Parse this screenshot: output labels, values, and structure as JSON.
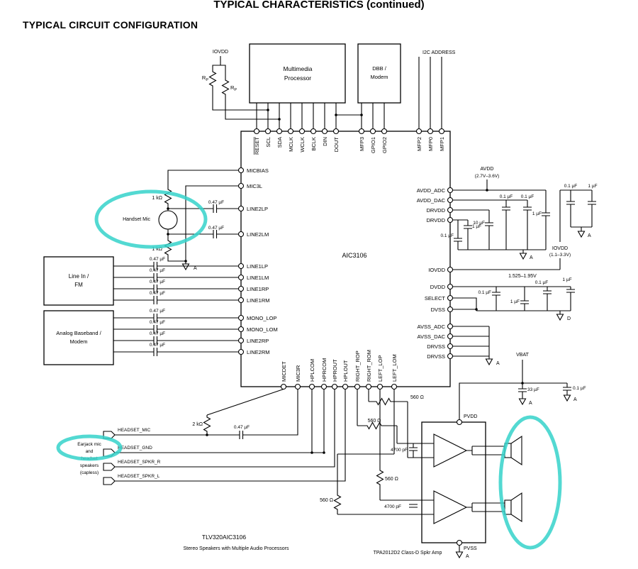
{
  "page": {
    "top_title": "TYPICAL CHARACTERISTICS (continued)",
    "section_title": "TYPICAL CIRCUIT CONFIGURATION"
  },
  "colors": {
    "highlight": "#35d2ca"
  },
  "chip": {
    "name": "AIC3106"
  },
  "pins": {
    "top": [
      "RESET",
      "SCL",
      "SDA",
      "MCLK",
      "WCLK",
      "BCLK",
      "DIN",
      "DOUT",
      "MFP3",
      "GPIO1",
      "GPIO2",
      "MFP2",
      "MFP0",
      "MFP1"
    ],
    "left": [
      "MICBIAS",
      "MIC3L",
      "LINE2LP",
      "LINE2LM",
      "LINE1LP",
      "LINE1LM",
      "LINE1RP",
      "LINE1RM",
      "MONO_LOP",
      "MONO_LOM",
      "LINE2RP",
      "LINE2RM"
    ],
    "right": [
      "AVDD_ADC",
      "AVDD_DAC",
      "DRVDD",
      "DRVDD",
      "IOVDD",
      "DVDD",
      "SELECT",
      "DVSS",
      "AVSS_ADC",
      "AVSS_DAC",
      "DRVSS",
      "DRVSS"
    ],
    "bottom": [
      "MICDET",
      "MIC3R",
      "HPLCOM",
      "HPRCOM",
      "HPROUT",
      "HPLOUT",
      "RIGHT_ROP",
      "RIGHT_ROM",
      "LEFT_LOP",
      "LEFT_LOM"
    ]
  },
  "blocks": {
    "multimedia_line1": "Multimedia",
    "multimedia_line2": "Processor",
    "dbb_line1": "DBB /",
    "dbb_line2": "Modem",
    "line_in_line1": "Line In /",
    "line_in_line2": "FM",
    "baseband_line1": "Analog Baseband /",
    "baseband_line2": "Modem",
    "amp_caption": "TPA2012D2 Class-D Spkr Amp"
  },
  "supplies": {
    "iovdd_top": "IOVDD",
    "i2c_address": "I2C ADDRESS",
    "avdd": "AVDD",
    "avdd_range": "(2.7V–3.6V)",
    "iovdd_right": "IOVDD",
    "iovdd_range": "(1.1–3.3V)",
    "dvdd_range": "1.525–1.95V",
    "vbat": "VBAT",
    "pvdd": "PVDD",
    "pvss": "PVSS"
  },
  "components": {
    "r_pullup_main": "R",
    "r_pullup_sub": "P",
    "r_1k": "1 kΩ",
    "r_2k": "2 kΩ",
    "r_560": "560 Ω",
    "c_047": "0.47 µF",
    "c_01": "0.1 µF",
    "c_1": "1 µF",
    "c_10": "10 µF",
    "c_33": "33 µF",
    "c_4700": "4700 pF"
  },
  "grounds": {
    "analog": "A",
    "digital": "D"
  },
  "left_labels": {
    "handset_mic": "Handset Mic",
    "headset_mic": "HEADSET_MIC",
    "headset_gnd": "HEADSET_GND",
    "headset_spkr_r": "HEADSET_SPKR_R",
    "headset_spkr_l": "HEADSET_SPKR_L",
    "earjack_line1": "Earjack mic",
    "earjack_line2": "and",
    "earjack_line3": "headset",
    "earjack_line4": "speakers",
    "earjack_line5": "(capless)"
  },
  "footer": {
    "part": "TLV320AIC3106",
    "caption": "Stereo Speakers with Multiple Audio  Processors"
  }
}
